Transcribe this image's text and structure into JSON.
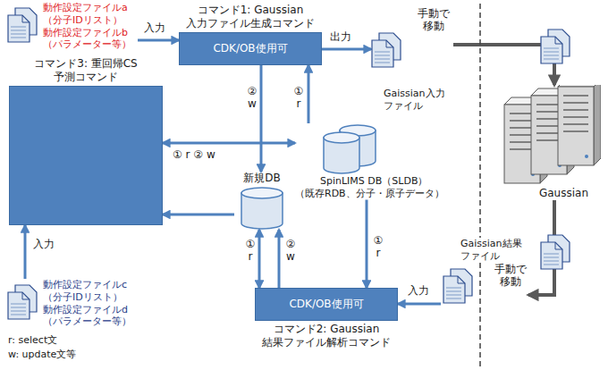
{
  "diagram": {
    "nodes": [
      {
        "text": [
          "動作設定ファイルa （分子IDリスト）",
          "動作設定ファイルb （パラメーター等）"
        ]
      },
      {
        "text": [
          "コマンド1: Gaussian 入力ファイル生成コマンド",
          "CDK/OB使用可"
        ]
      },
      {
        "text": [
          "Gaissian入力 ファイル"
        ]
      },
      {
        "text": [
          "Gaussian"
        ]
      },
      {
        "text": [
          "Gaissian結果 ファイル"
        ]
      },
      {
        "text": [
          "SpinLIMS DB（SLDB）",
          "（既存RDB、分子・原子データ）"
        ]
      },
      {
        "text": [
          "新規DB"
        ]
      },
      {
        "text": [
          "コマンド3: 重回帰CS 予測コマンド"
        ]
      },
      {
        "text": [
          "動作設定ファイルc （分子IDリスト）",
          "動作設定ファイルd （パラメーター等）"
        ]
      },
      {
        "text": [
          "CDK/OB使用可",
          "コマンド2: Gaussian 結果ファイル解析コマンド"
        ]
      }
    ],
    "edges": [
      {
        "from": 0,
        "to": 1,
        "arrow": "to",
        "label": "入力"
      },
      {
        "from": 1,
        "to": 2,
        "arrow": "to",
        "label": "出力"
      },
      {
        "from": 2,
        "to": 3,
        "arrow": "to",
        "label": "手動で移動"
      },
      {
        "from": 3,
        "to": 4,
        "arrow": "to",
        "label": "手動で移動"
      },
      {
        "from": 4,
        "to": 9,
        "arrow": "to",
        "label": "入力"
      },
      {
        "from": 5,
        "to": 1,
        "arrow": "to",
        "label": "① r"
      },
      {
        "from": 1,
        "to": 6,
        "arrow": "to",
        "label": "② w"
      },
      {
        "from": 7,
        "to": 5,
        "arrow": "both",
        "label": "① r ② w"
      },
      {
        "from": 6,
        "to": 7,
        "arrow": "to"
      },
      {
        "from": 6,
        "to": 9,
        "arrow": "both",
        "label": "① r"
      },
      {
        "from": 9,
        "to": 6,
        "arrow": "to",
        "label": "② w"
      },
      {
        "from": 5,
        "to": 9,
        "arrow": "to",
        "label": "① r"
      },
      {
        "from": 8,
        "to": 7,
        "arrow": "to",
        "label": "入力"
      }
    ],
    "labels": [
      "r: select文",
      "w: update文等"
    ]
  }
}
